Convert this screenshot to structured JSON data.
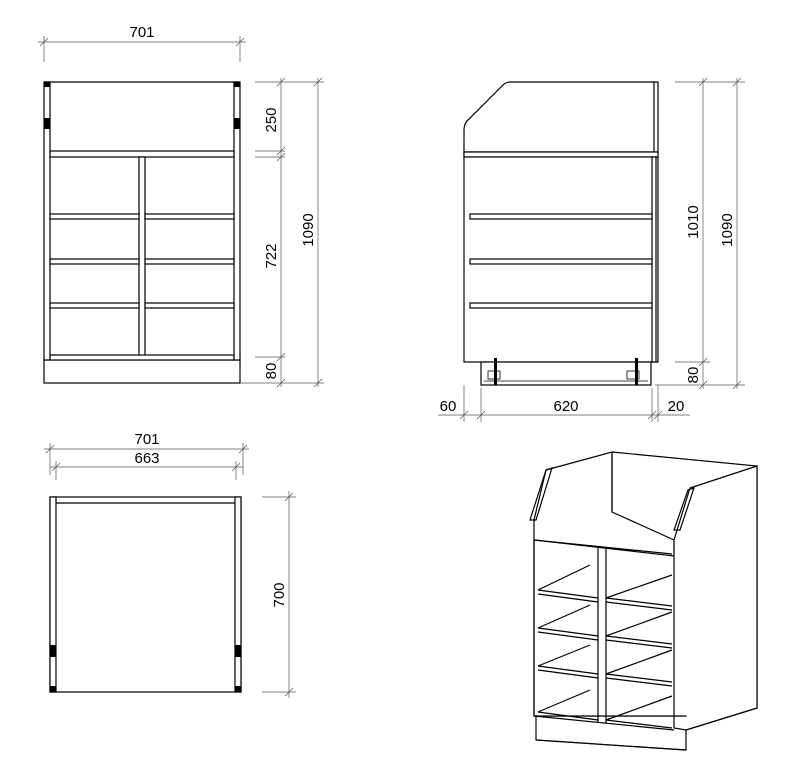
{
  "front_view": {
    "width": "701",
    "top": "250",
    "body": "722",
    "plinth": "80",
    "total": "1090"
  },
  "side_view": {
    "body": "1010",
    "total": "1090",
    "plinth": "80",
    "back_offset": "60",
    "depth": "620",
    "front_offset": "20"
  },
  "plan_view": {
    "outer_width": "701",
    "inner_width": "663",
    "depth": "700"
  }
}
